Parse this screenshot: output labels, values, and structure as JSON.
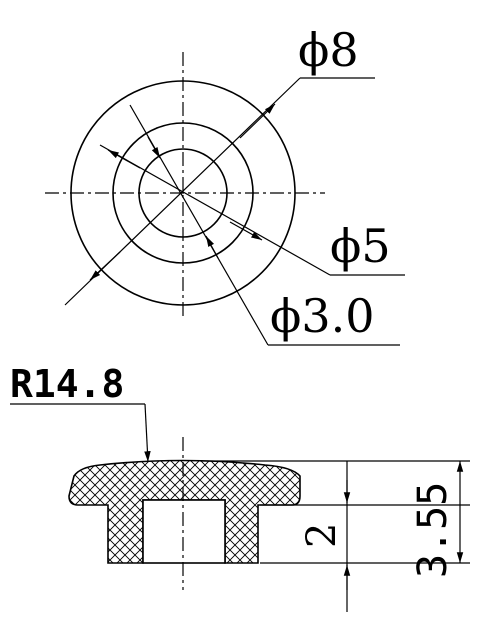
{
  "top_view": {
    "outer_diameter_label": "ϕ8",
    "middle_diameter_label": "ϕ5",
    "inner_diameter_label": "ϕ3.0"
  },
  "side_view": {
    "radius_label": "R14.8",
    "hole_depth_label": "2",
    "total_height_label": "3.55"
  }
}
